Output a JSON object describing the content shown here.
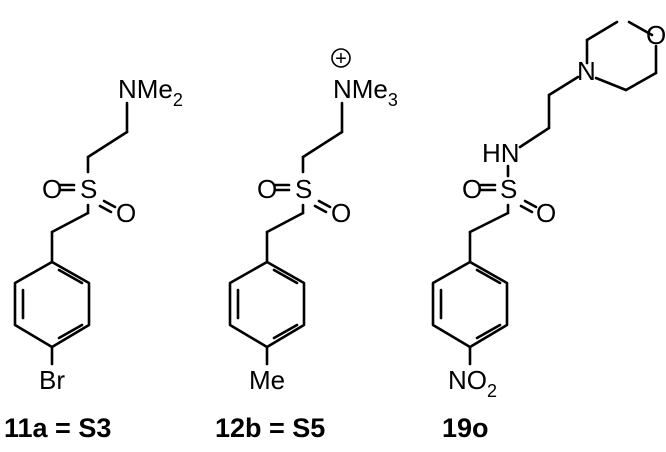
{
  "compounds": [
    {
      "label": "11a = S3",
      "amine": {
        "base": "NMe",
        "subscript": "2"
      },
      "sulfonyl": {
        "o_left": "O",
        "s": "S",
        "o_right": "O"
      },
      "para_substituent": {
        "text": "Br"
      }
    },
    {
      "label": "12b = S5",
      "amine": {
        "base": "NMe",
        "subscript": "3",
        "charge": "+"
      },
      "sulfonyl": {
        "o_left": "O",
        "s": "S",
        "o_right": "O"
      },
      "para_substituent": {
        "text": "Me"
      }
    },
    {
      "label": "19o",
      "morpholine": {
        "o": "O",
        "n": "N"
      },
      "linker_nh": "HN",
      "sulfonyl": {
        "o_left": "O",
        "s": "S",
        "o_right": "O"
      },
      "para_substituent": {
        "base": "NO",
        "subscript": "2"
      }
    }
  ]
}
